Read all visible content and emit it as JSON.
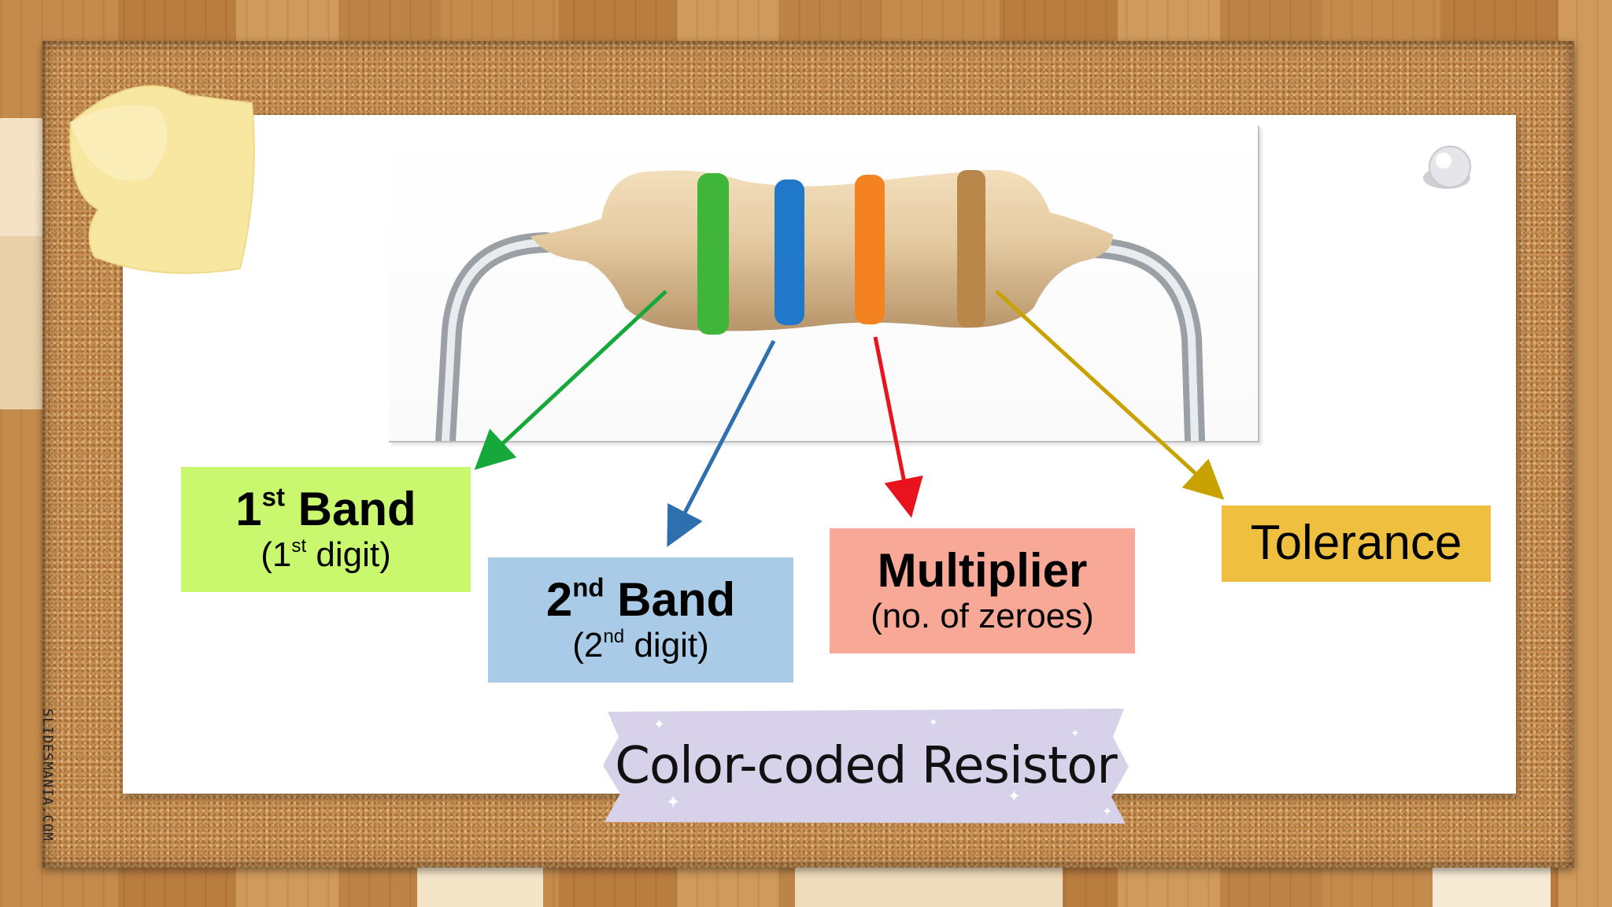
{
  "credit": "SLIDESMANIA.COM",
  "title": "Color-coded Resistor",
  "resistor": {
    "band_colors": [
      "#3fb53a",
      "#1f78c8",
      "#f58220",
      "#b9874a"
    ],
    "body_color": "#e4c9a0",
    "lead_color": "#c8ccd0"
  },
  "labels": [
    {
      "main_prefix": "1",
      "main_sup": "st",
      "main_suffix": " Band",
      "sub_prefix": "(1",
      "sub_sup": "st",
      "sub_suffix": " digit)",
      "color": "#c9f86f",
      "arrow_color": "#16a83a"
    },
    {
      "main_prefix": "2",
      "main_sup": "nd",
      "main_suffix": " Band",
      "sub_prefix": "(2",
      "sub_sup": "nd",
      "sub_suffix": " digit)",
      "color": "#a9cbe8",
      "arrow_color": "#2e6fb0"
    },
    {
      "main": "Multiplier",
      "sub": "(no. of zeroes)",
      "color": "#f7a897",
      "arrow_color": "#e8131d"
    },
    {
      "main": "Tolerance",
      "color": "#efc03f",
      "arrow_color": "#c8a200"
    }
  ],
  "decor": {
    "sticky_note_color": "#f7e7a1",
    "tape_color": "#d7d1ea",
    "pin_color": "#e8e8ec"
  }
}
